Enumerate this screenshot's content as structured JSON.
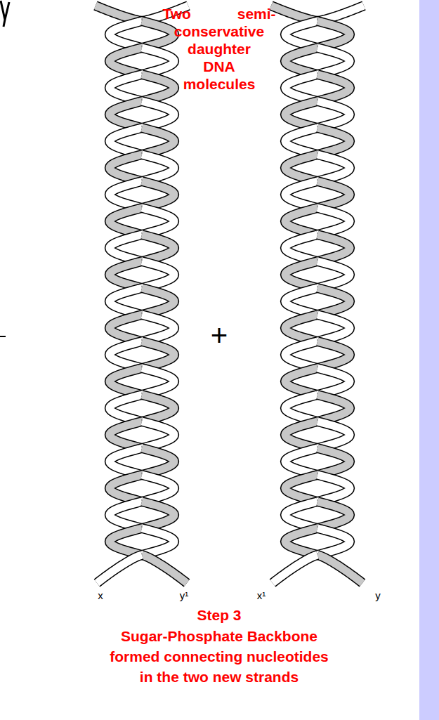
{
  "diagram": {
    "title": "Two semi-conservative daughter DNA molecules",
    "caption": "Sugar-Phosphate Backbone formed connecting nucleotides in the two new strands",
    "labels": [
      "+",
      "x",
      "y¹",
      "x¹",
      "y",
      "Step 3"
    ]
  }
}
